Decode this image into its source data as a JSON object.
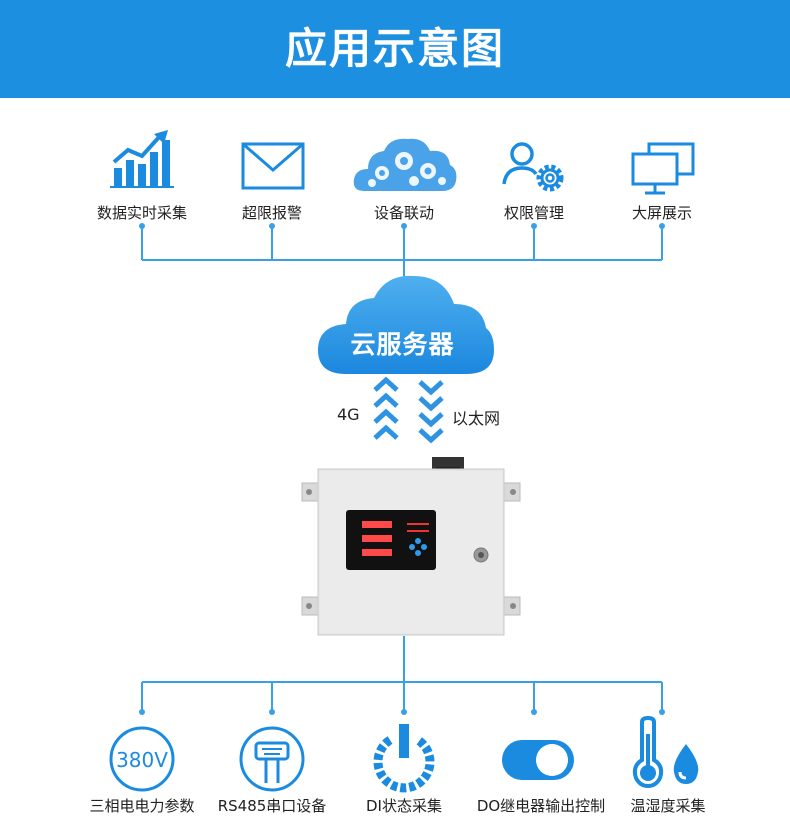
{
  "header": {
    "title": "应用示意图"
  },
  "top_functions": [
    {
      "label": "数据实时采集",
      "icon": "bar-chart-trend-icon"
    },
    {
      "label": "超限报警",
      "icon": "envelope-icon"
    },
    {
      "label": "设备联动",
      "icon": "gear-cloud-icon"
    },
    {
      "label": "权限管理",
      "icon": "user-gear-icon"
    },
    {
      "label": "大屏展示",
      "icon": "monitors-icon"
    }
  ],
  "cloud": {
    "label": "云服务器",
    "icon": "cloud-icon"
  },
  "links": {
    "uplink": "4G",
    "downlink": "以太网"
  },
  "device": {
    "icon": "control-box-icon"
  },
  "bottom_functions": [
    {
      "label": "三相电电力参数",
      "icon": "voltage-380v-icon",
      "icon_text": "380V"
    },
    {
      "label": "RS485串口设备",
      "icon": "serial-port-icon"
    },
    {
      "label": "DI状态采集",
      "icon": "power-icon"
    },
    {
      "label": "DO继电器输出控制",
      "icon": "toggle-switch-icon"
    },
    {
      "label": "温湿度采集",
      "icon": "thermometer-droplet-icon"
    }
  ],
  "colors": {
    "banner": "#1c8fe0",
    "accent": "#1b8be0",
    "line": "#3aa0e6"
  }
}
